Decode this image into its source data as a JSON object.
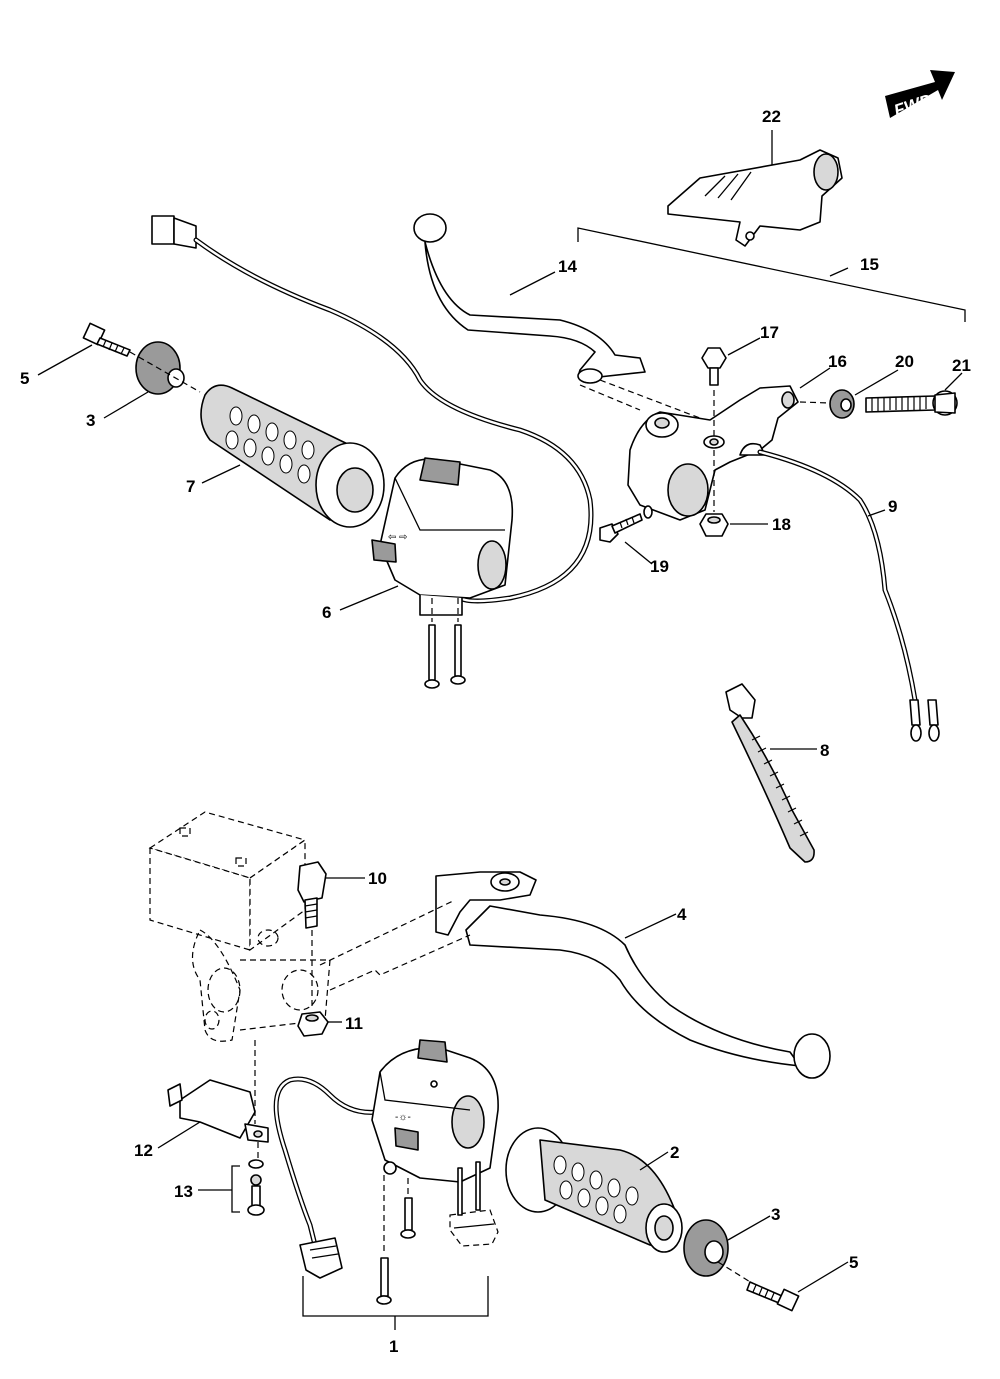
{
  "fwd_marker": {
    "text": "FWD"
  },
  "callouts": [
    {
      "id": "c22a",
      "text": "22"
    },
    {
      "id": "c14",
      "text": "14"
    },
    {
      "id": "c15",
      "text": "15"
    },
    {
      "id": "c17",
      "text": "17"
    },
    {
      "id": "c16",
      "text": "16"
    },
    {
      "id": "c20",
      "text": "20"
    },
    {
      "id": "c21",
      "text": "21"
    },
    {
      "id": "c5a",
      "text": "5"
    },
    {
      "id": "c3a",
      "text": "3"
    },
    {
      "id": "c7",
      "text": "7"
    },
    {
      "id": "c9",
      "text": "9"
    },
    {
      "id": "c18",
      "text": "18"
    },
    {
      "id": "c19",
      "text": "19"
    },
    {
      "id": "c6",
      "text": "6"
    },
    {
      "id": "c8",
      "text": "8"
    },
    {
      "id": "c10",
      "text": "10"
    },
    {
      "id": "c4",
      "text": "4"
    },
    {
      "id": "c11",
      "text": "11"
    },
    {
      "id": "c12",
      "text": "12"
    },
    {
      "id": "c2",
      "text": "2"
    },
    {
      "id": "c13",
      "text": "13"
    },
    {
      "id": "c3b",
      "text": "3"
    },
    {
      "id": "c5b",
      "text": "5"
    },
    {
      "id": "c1",
      "text": "1"
    }
  ]
}
